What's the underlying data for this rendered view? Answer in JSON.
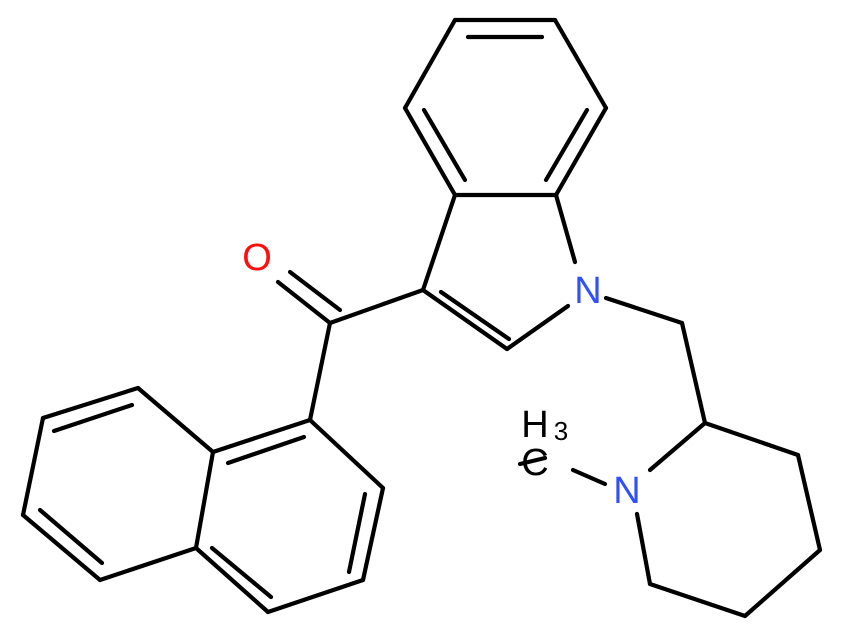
{
  "molecule": {
    "atoms": {
      "oxygen": "O",
      "indole_nitrogen": "N",
      "piperidine_nitrogen": "N",
      "methyl_h": "H",
      "methyl_sub": "3",
      "methyl_c": "C"
    },
    "colors": {
      "bond": "#000000",
      "oxygen": "#ff0d0d",
      "nitrogen": "#3050f8",
      "carbon_label": "#000000"
    }
  }
}
